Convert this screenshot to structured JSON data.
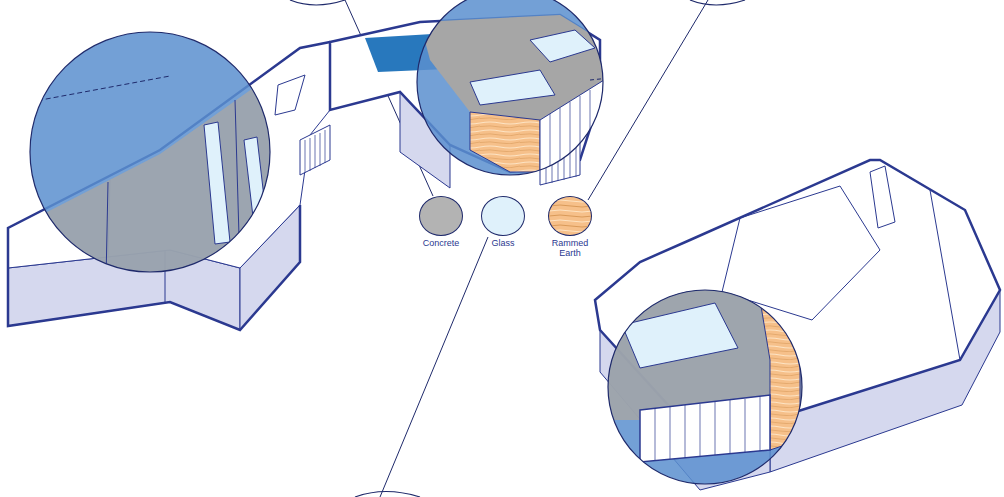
{
  "diagram": {
    "legend": [
      {
        "text": "Concrete",
        "color": "#b3b3b3"
      },
      {
        "text": "Glass",
        "color": "#dff1fb"
      },
      {
        "text": "Rammed Earth",
        "color": "#f6c08a"
      }
    ]
  }
}
